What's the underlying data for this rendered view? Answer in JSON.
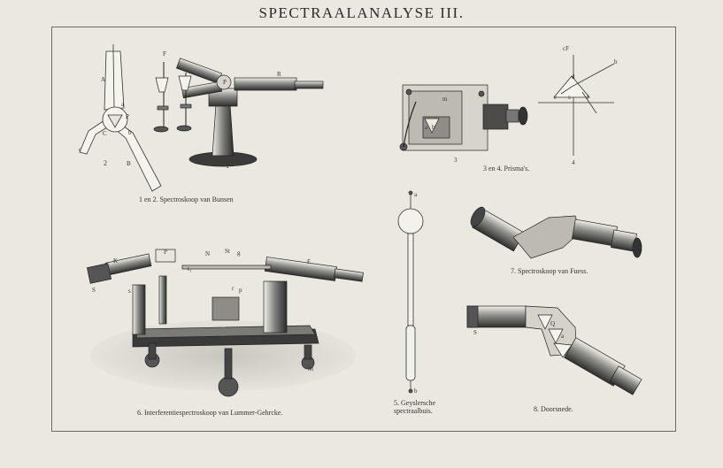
{
  "title": "SPECTRAALANALYSE III.",
  "captions": {
    "fig1_2": "1 en 2. Spectroskoop van Bunsen",
    "fig3_4": "3 en 4. Prisma's.",
    "fig5_line1": "5. Geyslersche",
    "fig5_line2": "spectraalbuis.",
    "fig6": "6. Interferentiespectroskoop van Lummer-Gehrcke.",
    "fig7": "7. Spectroskoop van Fuess.",
    "fig8": "8. Doorsnede."
  },
  "figure_numbers": {
    "n1": "1",
    "n2": "2",
    "n3": "3",
    "n4": "4"
  },
  "letters": {
    "A": "A",
    "B": "B",
    "C": "C",
    "P": "P",
    "R": "R",
    "F": "F",
    "a": "a",
    "b": "b",
    "c": "c",
    "d": "d",
    "e": "e",
    "f": "f",
    "s": "s",
    "cF": "cF",
    "m": "m",
    "K": "K",
    "S": "S",
    "N": "N",
    "St": "St",
    "g": "g",
    "t1": "t₁",
    "M": "M",
    "Q": "Q",
    "p": "p",
    "r": "r"
  }
}
